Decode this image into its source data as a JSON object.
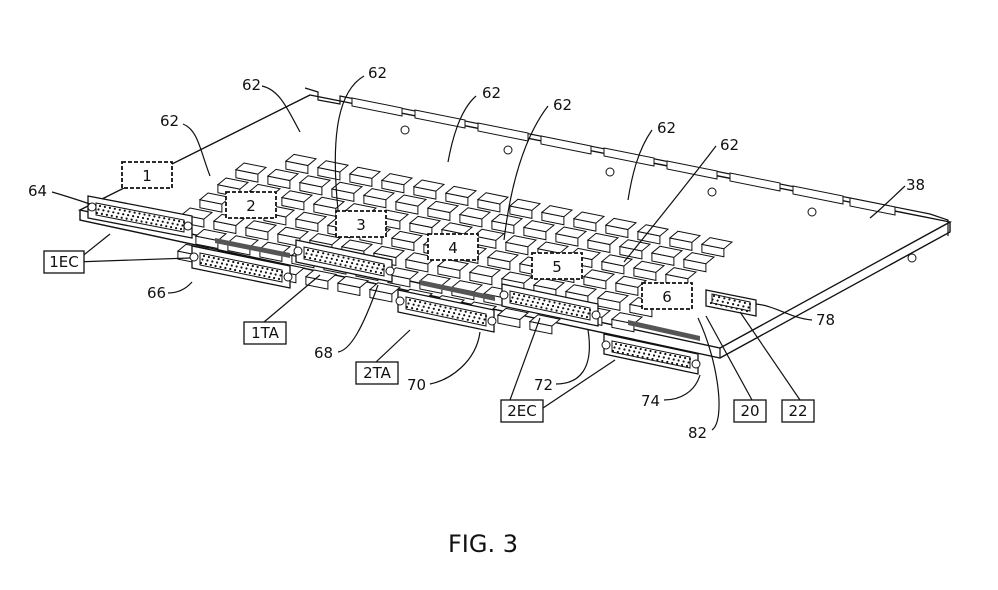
{
  "figure": {
    "caption": "FIG. 3"
  },
  "reference_numerals": {
    "board": "38",
    "chips": "62",
    "connector_64": "64",
    "connector_66": "66",
    "connector_68": "68",
    "connector_70": "70",
    "connector_72": "72",
    "connector_74": "74",
    "connector_78": "78",
    "leader_82": "82"
  },
  "zone_boxes": {
    "z1": "1",
    "z2": "2",
    "z3": "3",
    "z4": "4",
    "z5": "5",
    "z6": "6"
  },
  "group_boxes": {
    "ec1": "1EC",
    "ta1": "1TA",
    "ta2": "2TA",
    "ec2": "2EC",
    "b20": "20",
    "b22": "22"
  }
}
